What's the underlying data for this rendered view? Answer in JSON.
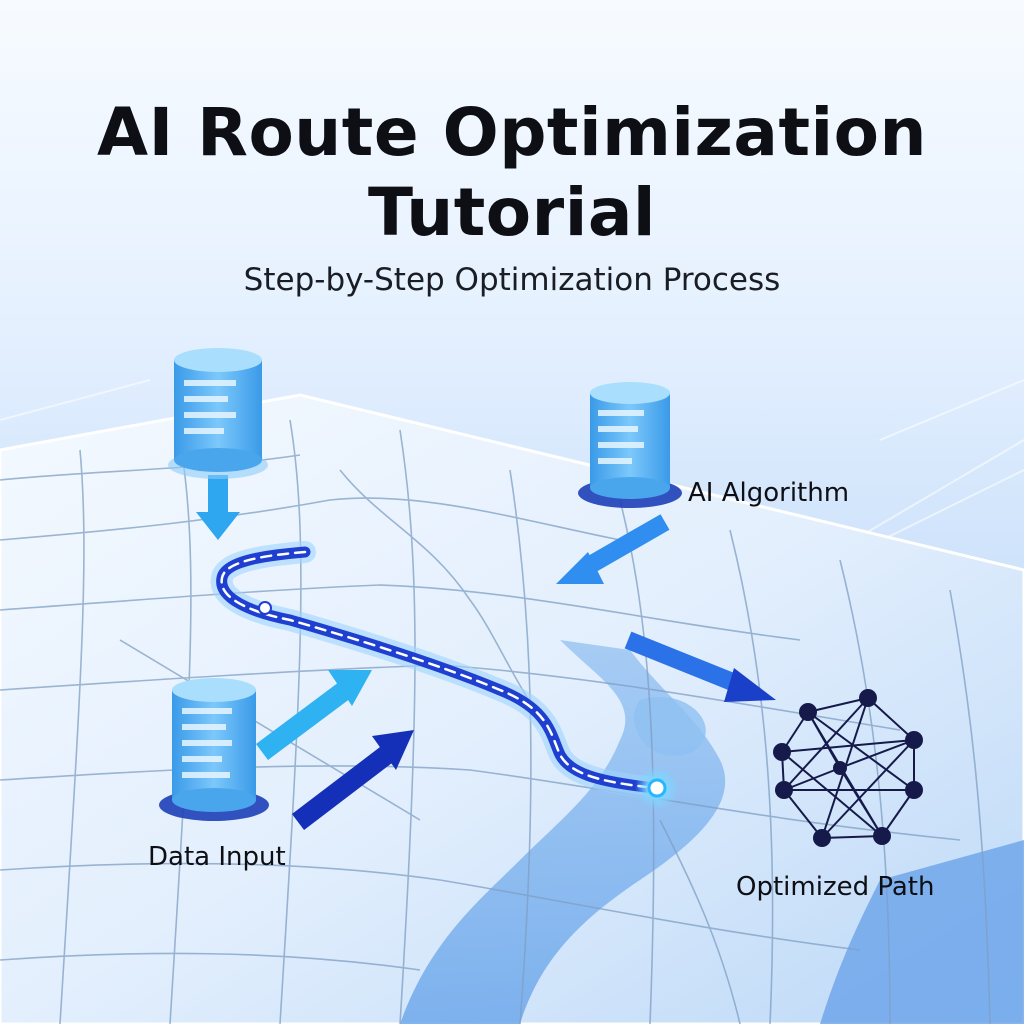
{
  "header": {
    "title_line1": "AI Route Optimization",
    "title_line2": "Tutorial",
    "subtitle": "Step-by-Step Optimization Process"
  },
  "labels": {
    "data_input": "Data Input",
    "ai_algorithm": "AI Algorithm",
    "optimized_path": "Optimized Path"
  },
  "icons": {
    "database": "database-icon",
    "network": "network-graph-icon",
    "arrow": "arrow-icon",
    "map": "city-map-icon"
  },
  "colors": {
    "route": "#1f3fd1",
    "arrow_light": "#2fa6f0",
    "arrow_dark": "#1530b8",
    "network": "#151a4a",
    "database": "#5cb6f5"
  }
}
